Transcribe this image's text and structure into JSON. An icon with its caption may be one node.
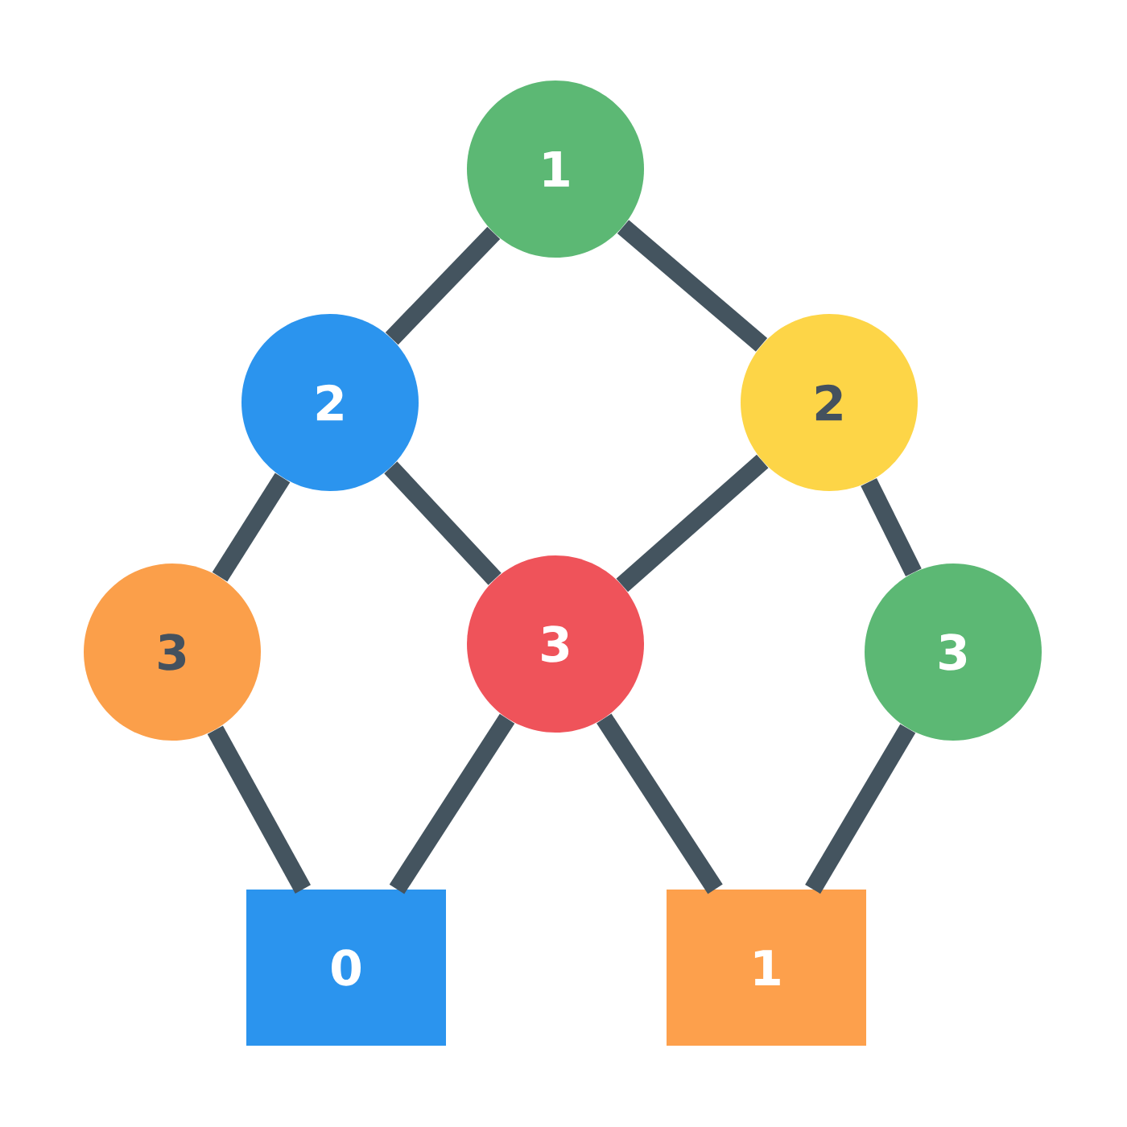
{
  "diagram": {
    "nodes": [
      {
        "text": [
          "1"
        ]
      },
      {
        "text": [
          "2"
        ]
      },
      {
        "text": [
          "2"
        ]
      },
      {
        "text": [
          "3"
        ]
      },
      {
        "text": [
          "3"
        ]
      },
      {
        "text": [
          "3"
        ]
      },
      {
        "text": [
          "0"
        ]
      },
      {
        "text": [
          "1"
        ]
      }
    ],
    "edges": [
      {
        "from": 0,
        "to": 1,
        "arrow": "none"
      },
      {
        "from": 0,
        "to": 2,
        "arrow": "none"
      },
      {
        "from": 1,
        "to": 3,
        "arrow": "none"
      },
      {
        "from": 1,
        "to": 4,
        "arrow": "none"
      },
      {
        "from": 2,
        "to": 4,
        "arrow": "none"
      },
      {
        "from": 2,
        "to": 5,
        "arrow": "none"
      },
      {
        "from": 3,
        "to": 6,
        "arrow": "none"
      },
      {
        "from": 4,
        "to": 6,
        "arrow": "none"
      },
      {
        "from": 4,
        "to": 7,
        "arrow": "none"
      },
      {
        "from": 5,
        "to": 7,
        "arrow": "none"
      }
    ]
  }
}
